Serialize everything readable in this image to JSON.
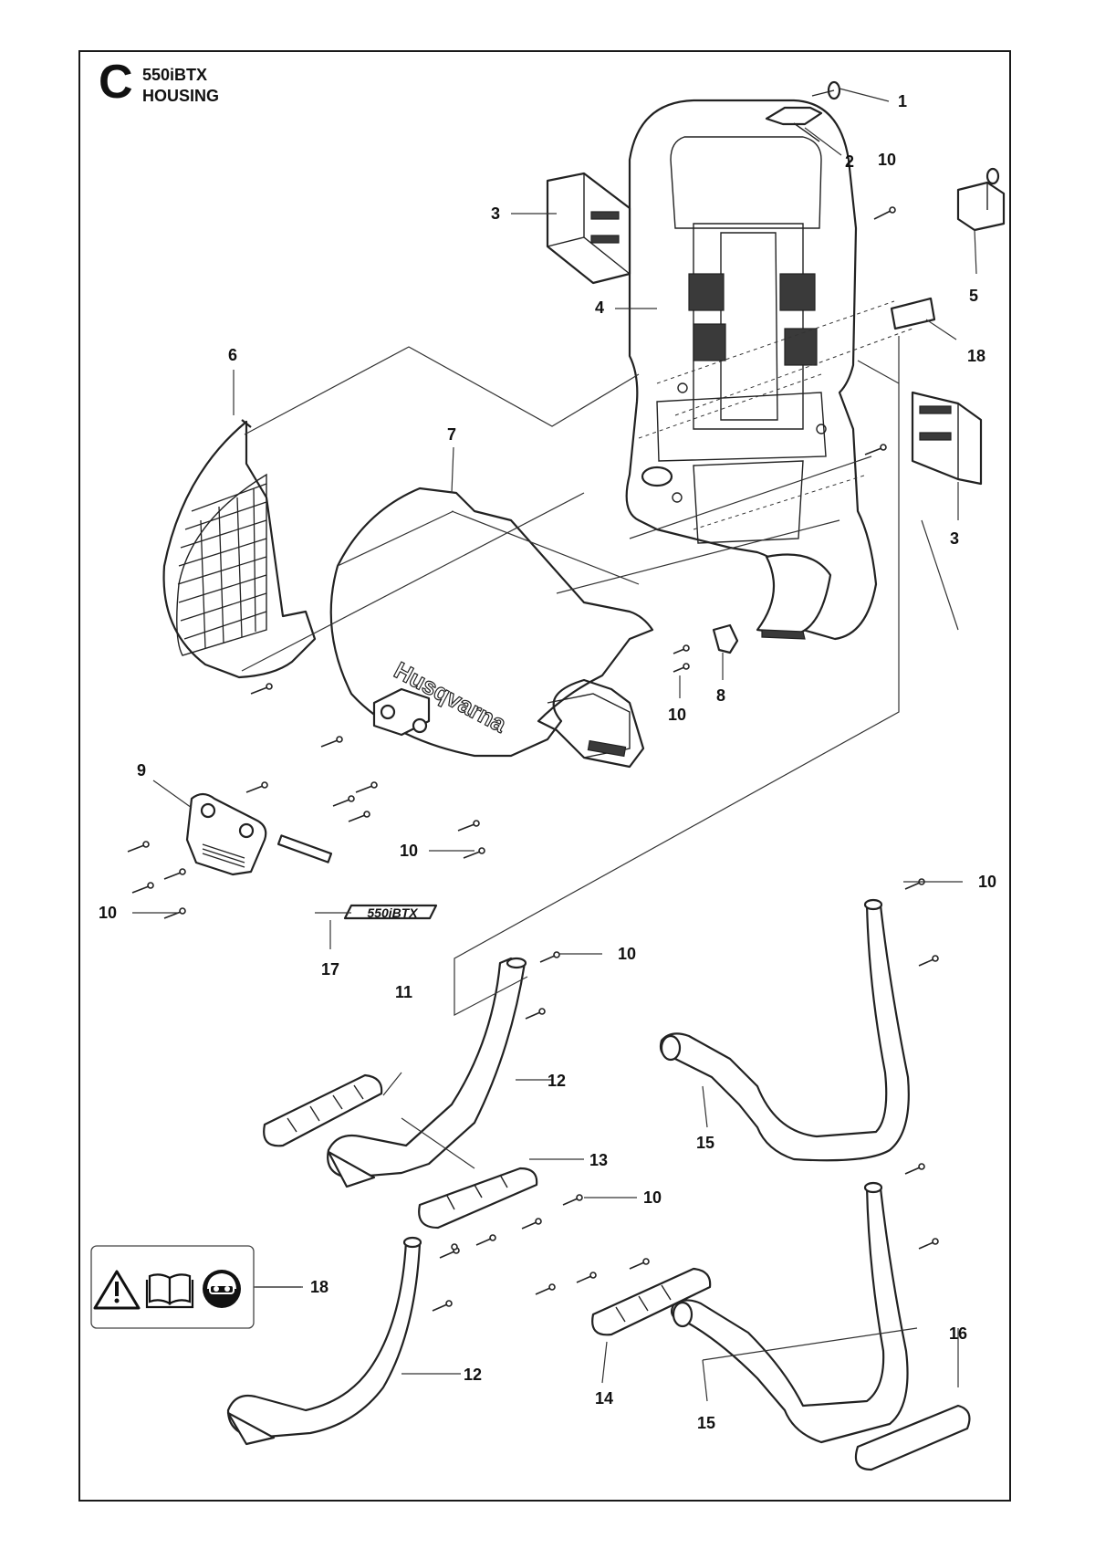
{
  "header": {
    "section_letter": "C",
    "model": "550iBTX",
    "section_name": "HOUSING"
  },
  "callouts": [
    "1",
    "2",
    "3",
    "4",
    "5",
    "6",
    "7",
    "8",
    "9",
    "10",
    "11",
    "12",
    "13",
    "14",
    "15",
    "16",
    "17",
    "18"
  ],
  "part_17_decal_text": "550iBTX",
  "part_7_logo_text": "Husqvarna",
  "part_18_label_icons": [
    "warning-triangle-icon",
    "manual-book-icon",
    "protective-equipment-icon"
  ]
}
